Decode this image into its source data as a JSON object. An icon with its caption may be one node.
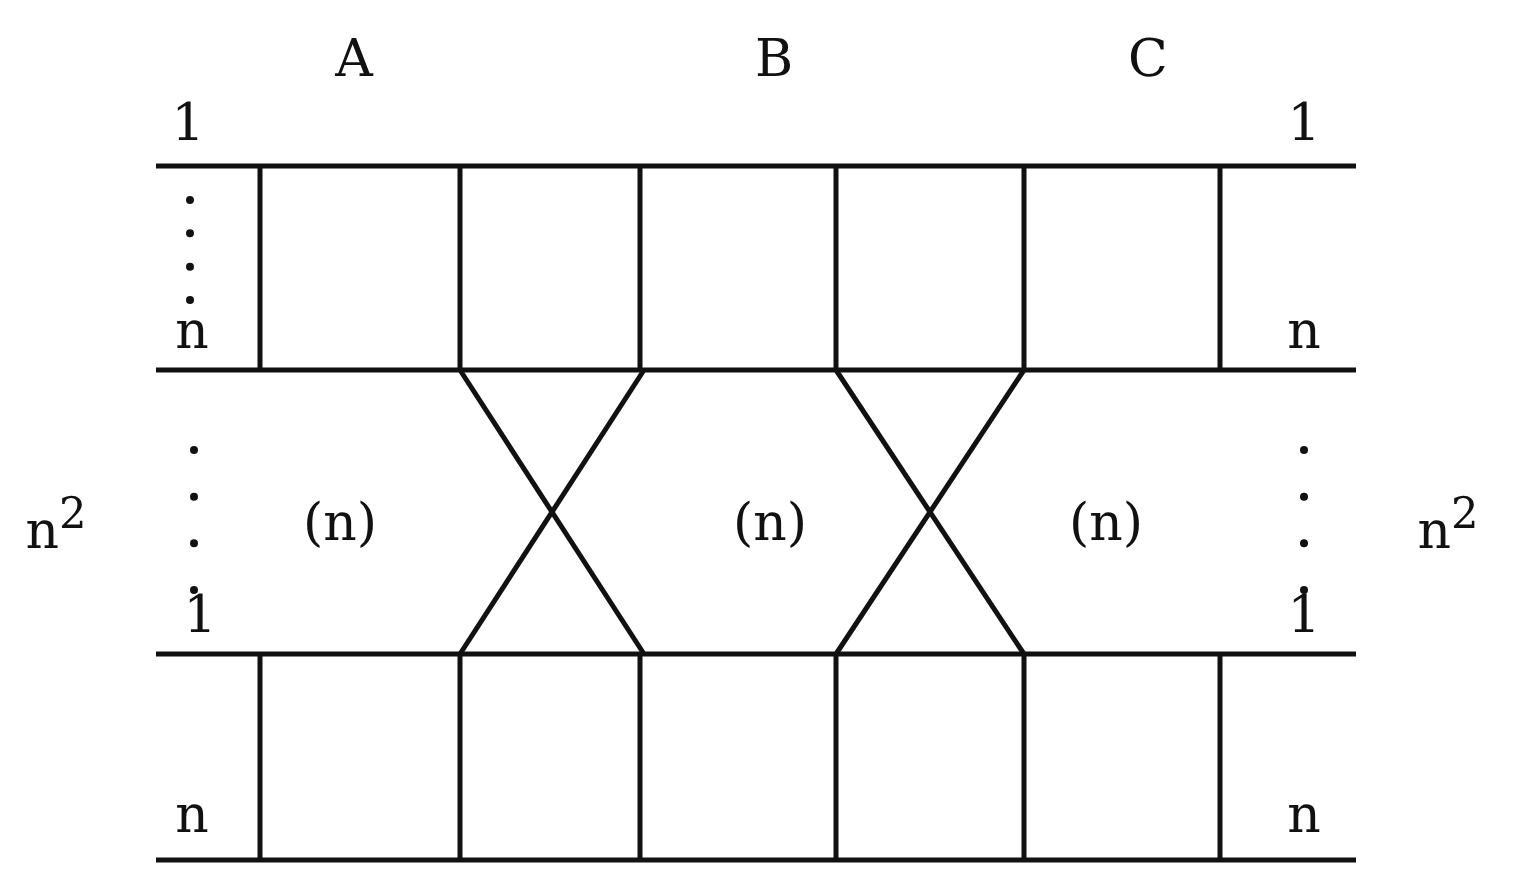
{
  "diagram": {
    "labels": [
      "A",
      "B",
      "C",
      "1",
      "1",
      "n",
      "n",
      "n$^{2}$",
      "(n)",
      "(n)",
      "(n)",
      "n$^{2}$",
      "1",
      "1",
      "n",
      "n"
    ]
  }
}
